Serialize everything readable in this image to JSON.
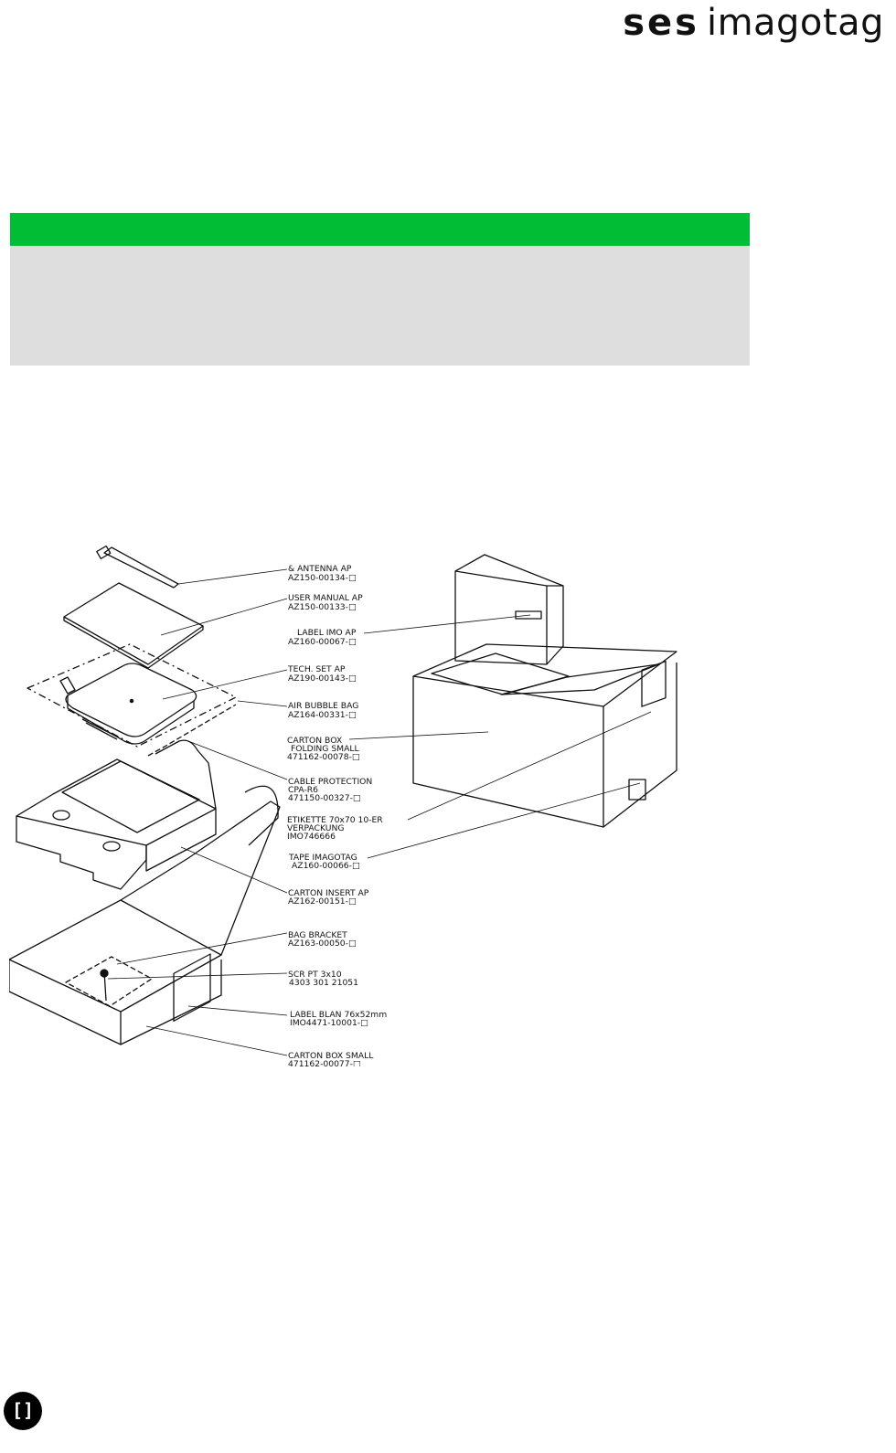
{
  "header": {
    "logo_primary": "ses",
    "logo_secondary": "imagotag"
  },
  "colors": {
    "accent": "#00bd36",
    "panel": "#dedede"
  },
  "drawing": {
    "callouts": [
      {
        "name": "antenna",
        "line1": "& ANTENNA AP",
        "line2": "AZ150-00134-□",
        "line3": ""
      },
      {
        "name": "user-manual",
        "line1": "USER MANUAL AP",
        "line2": "AZ150-00133-□",
        "line3": ""
      },
      {
        "name": "label-imo",
        "line1": "LABEL IMO AP",
        "line2": "AZ160-00067-□",
        "line3": ""
      },
      {
        "name": "tech-set",
        "line1": "TECH. SET AP",
        "line2": "AZ190-00143-□",
        "line3": ""
      },
      {
        "name": "air-bubble-bag",
        "line1": "AIR BUBBLE BAG",
        "line2": "AZ164-00331-□",
        "line3": ""
      },
      {
        "name": "carton-box-folding",
        "line1": "CARTON BOX",
        "line2": "FOLDING SMALL",
        "line3": "471162-00078-□"
      },
      {
        "name": "cable-protection",
        "line1": "CABLE PROTECTION",
        "line2": "CPA-R6",
        "line3": "471150-00327-□"
      },
      {
        "name": "etikette",
        "line1": "ETIKETTE 70x70 10-ER",
        "line2": "VERPACKUNG",
        "line3": "IMO746666"
      },
      {
        "name": "tape",
        "line1": "TAPE IMAGOTAG",
        "line2": "AZ160-00066-□",
        "line3": ""
      },
      {
        "name": "carton-insert",
        "line1": "CARTON INSERT AP",
        "line2": "AZ162-00151-□",
        "line3": ""
      },
      {
        "name": "bag-bracket",
        "line1": "BAG BRACKET",
        "line2": "AZ163-00050-□",
        "line3": ""
      },
      {
        "name": "screw",
        "line1": "SCR PT 3x10",
        "line2": "4303 301 21051",
        "line3": ""
      },
      {
        "name": "label-blank",
        "line1": "LABEL BLAN 76x52mm",
        "line2": "IMO4471-10001-□",
        "line3": ""
      },
      {
        "name": "carton-box-small",
        "line1": "CARTON BOX SMALL",
        "line2": "471162-00077-□",
        "line3": ""
      }
    ]
  },
  "footer": {
    "corner_mark": "[]"
  }
}
